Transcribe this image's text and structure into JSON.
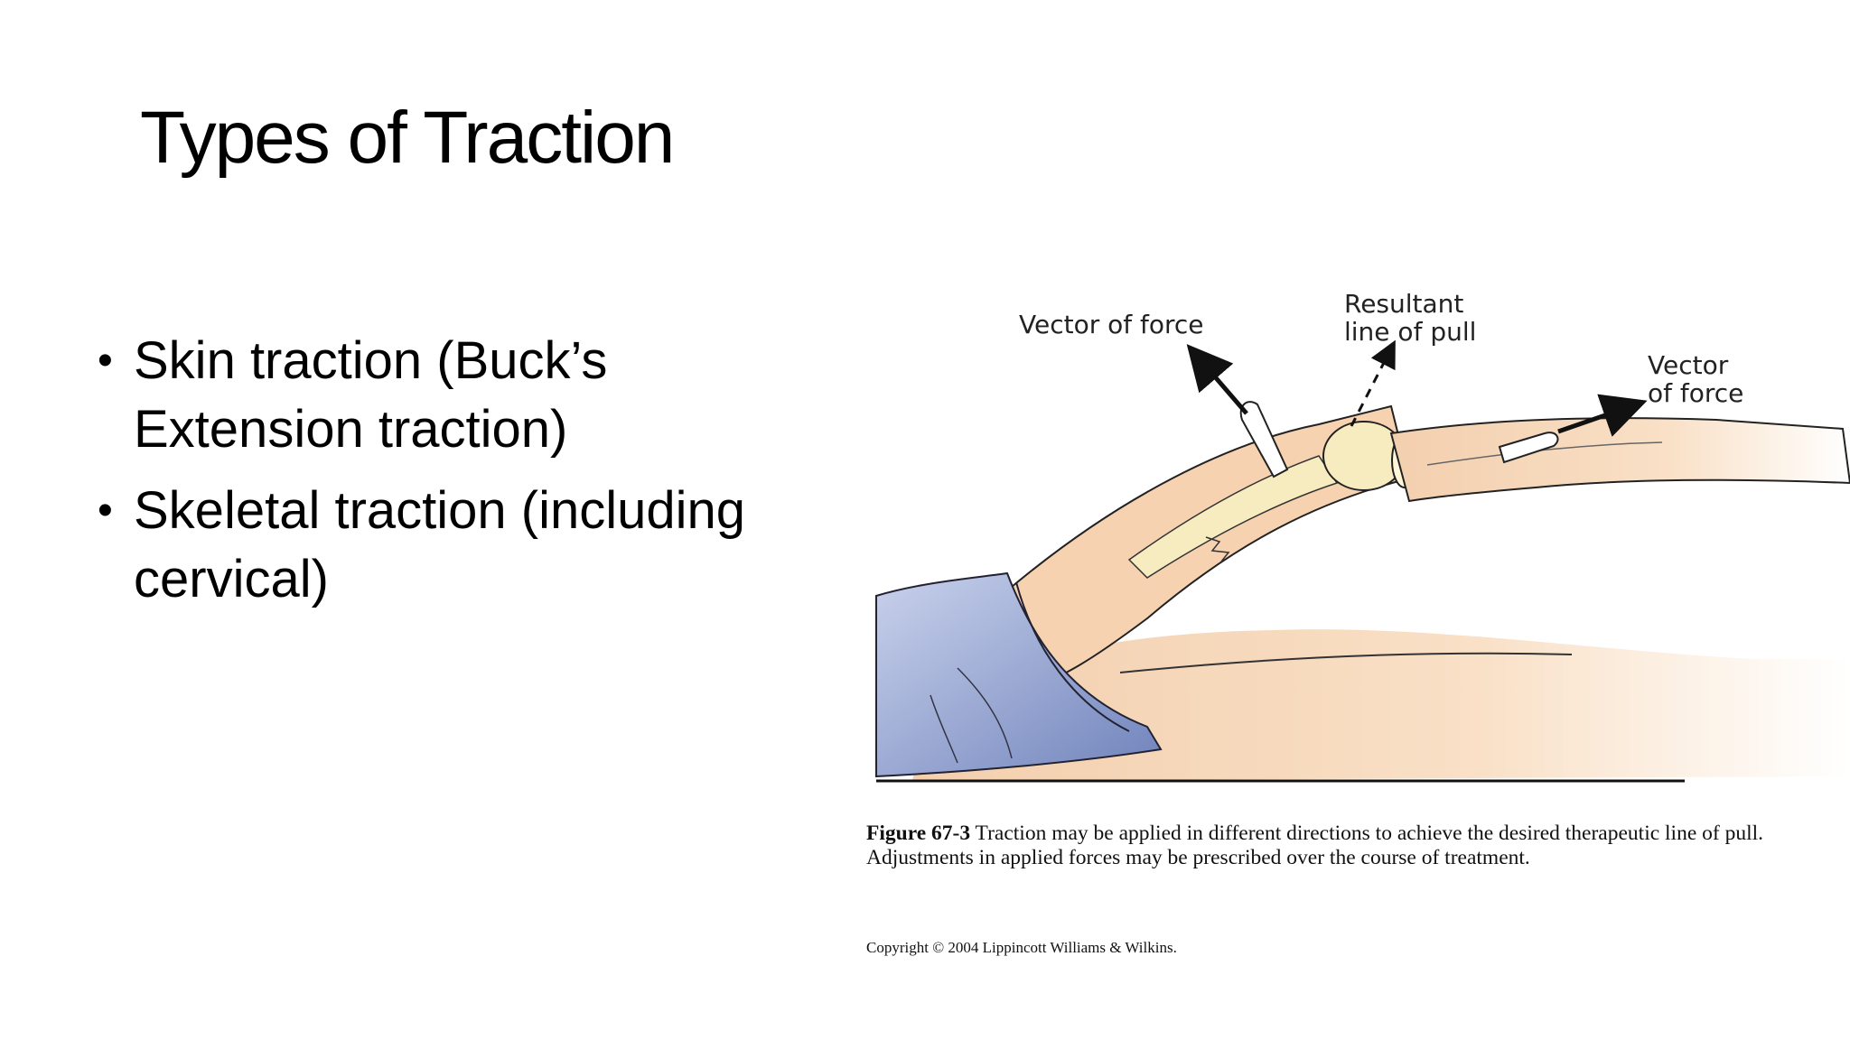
{
  "slide": {
    "title": "Types of Traction",
    "bullets": [
      "Skin traction (Buck’s Extension traction)",
      "Skeletal traction (including cervical)"
    ],
    "bullet_symbol": "•"
  },
  "figure": {
    "labels": {
      "vector_force_left": "Vector of force",
      "resultant_line_1": "Resultant",
      "resultant_line_2": "line of pull",
      "vector_force_right_1": "Vector",
      "vector_force_right_2": "of force"
    },
    "caption_label": "Figure 67-3",
    "caption_text": "Traction may be applied in different directions to achieve the desired therapeutic line of pull. Adjustments in applied forces may be prescribed over the course of treatment.",
    "copyright": "Copyright © 2004 Lippincott Williams & Wilkins."
  },
  "colors": {
    "skin": "#f7dcbf",
    "skin_light": "#fbead6",
    "bone": "#f6e9b6",
    "gown": "#8c9fd0",
    "gown_dark": "#5d70a8",
    "outline": "#1a1a1a"
  }
}
